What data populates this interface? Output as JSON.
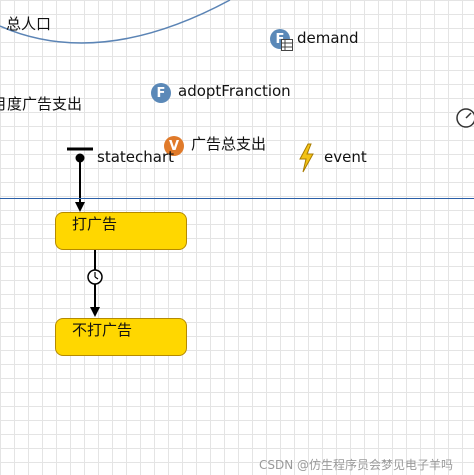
{
  "canvas": {
    "stock_label": "总人口",
    "demand_label": "demand",
    "adopt_label": "adoptFranction",
    "ad_budget_label": "月度广告支出",
    "variable_label": "广告总支出",
    "statechart_label": "statechart",
    "event_label": "event",
    "function_icon_letter": "F",
    "variable_icon_letter": "V"
  },
  "statechart": {
    "state1_label": "打广告",
    "state2_label": "不打广告"
  },
  "watermark": "CSDN @仿生程序员会梦见电子羊吗",
  "colors": {
    "state_fill": "#ffd700",
    "function_icon": "#5b89b8",
    "variable_icon": "#e07a2a",
    "divider": "#2a5fa8"
  }
}
